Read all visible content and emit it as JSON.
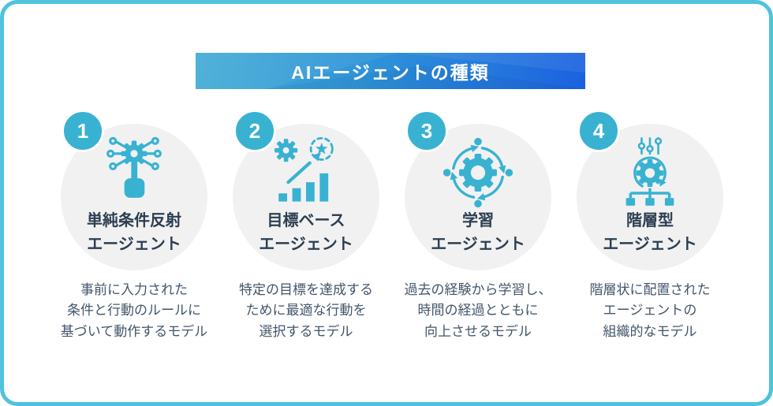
{
  "colors": {
    "border": "#4fc2de",
    "teal": "#39b2d2",
    "banner-start": "#45aed6",
    "banner-mid": "#2f93d8",
    "banner-end": "#1b61e0",
    "bubble-bg": "#f1f1f2",
    "title-text": "#2c3e50",
    "desc-text": "#44566a"
  },
  "banner": {
    "title": "AIエージェントの種類"
  },
  "items": [
    {
      "number": "1",
      "icon": "reflex-circuit-hand-icon",
      "title": "単純条件反射\nエージェント",
      "description": "事前に入力された\n条件と行動のルールに\n基づいて動作するモデル"
    },
    {
      "number": "2",
      "icon": "goal-target-growth-icon",
      "title": "目標ベース\nエージェント",
      "description": "特定の目標を達成する\nために最適な行動を\n選択するモデル"
    },
    {
      "number": "3",
      "icon": "learning-cycle-gear-icon",
      "title": "学習\nエージェント",
      "description": "過去の経験から学習し、\n時間の経過とともに\n向上させるモデル"
    },
    {
      "number": "4",
      "icon": "hierarchy-gear-tree-icon",
      "title": "階層型\nエージェント",
      "description": "階層状に配置された\nエージェントの\n組織的なモデル"
    }
  ]
}
